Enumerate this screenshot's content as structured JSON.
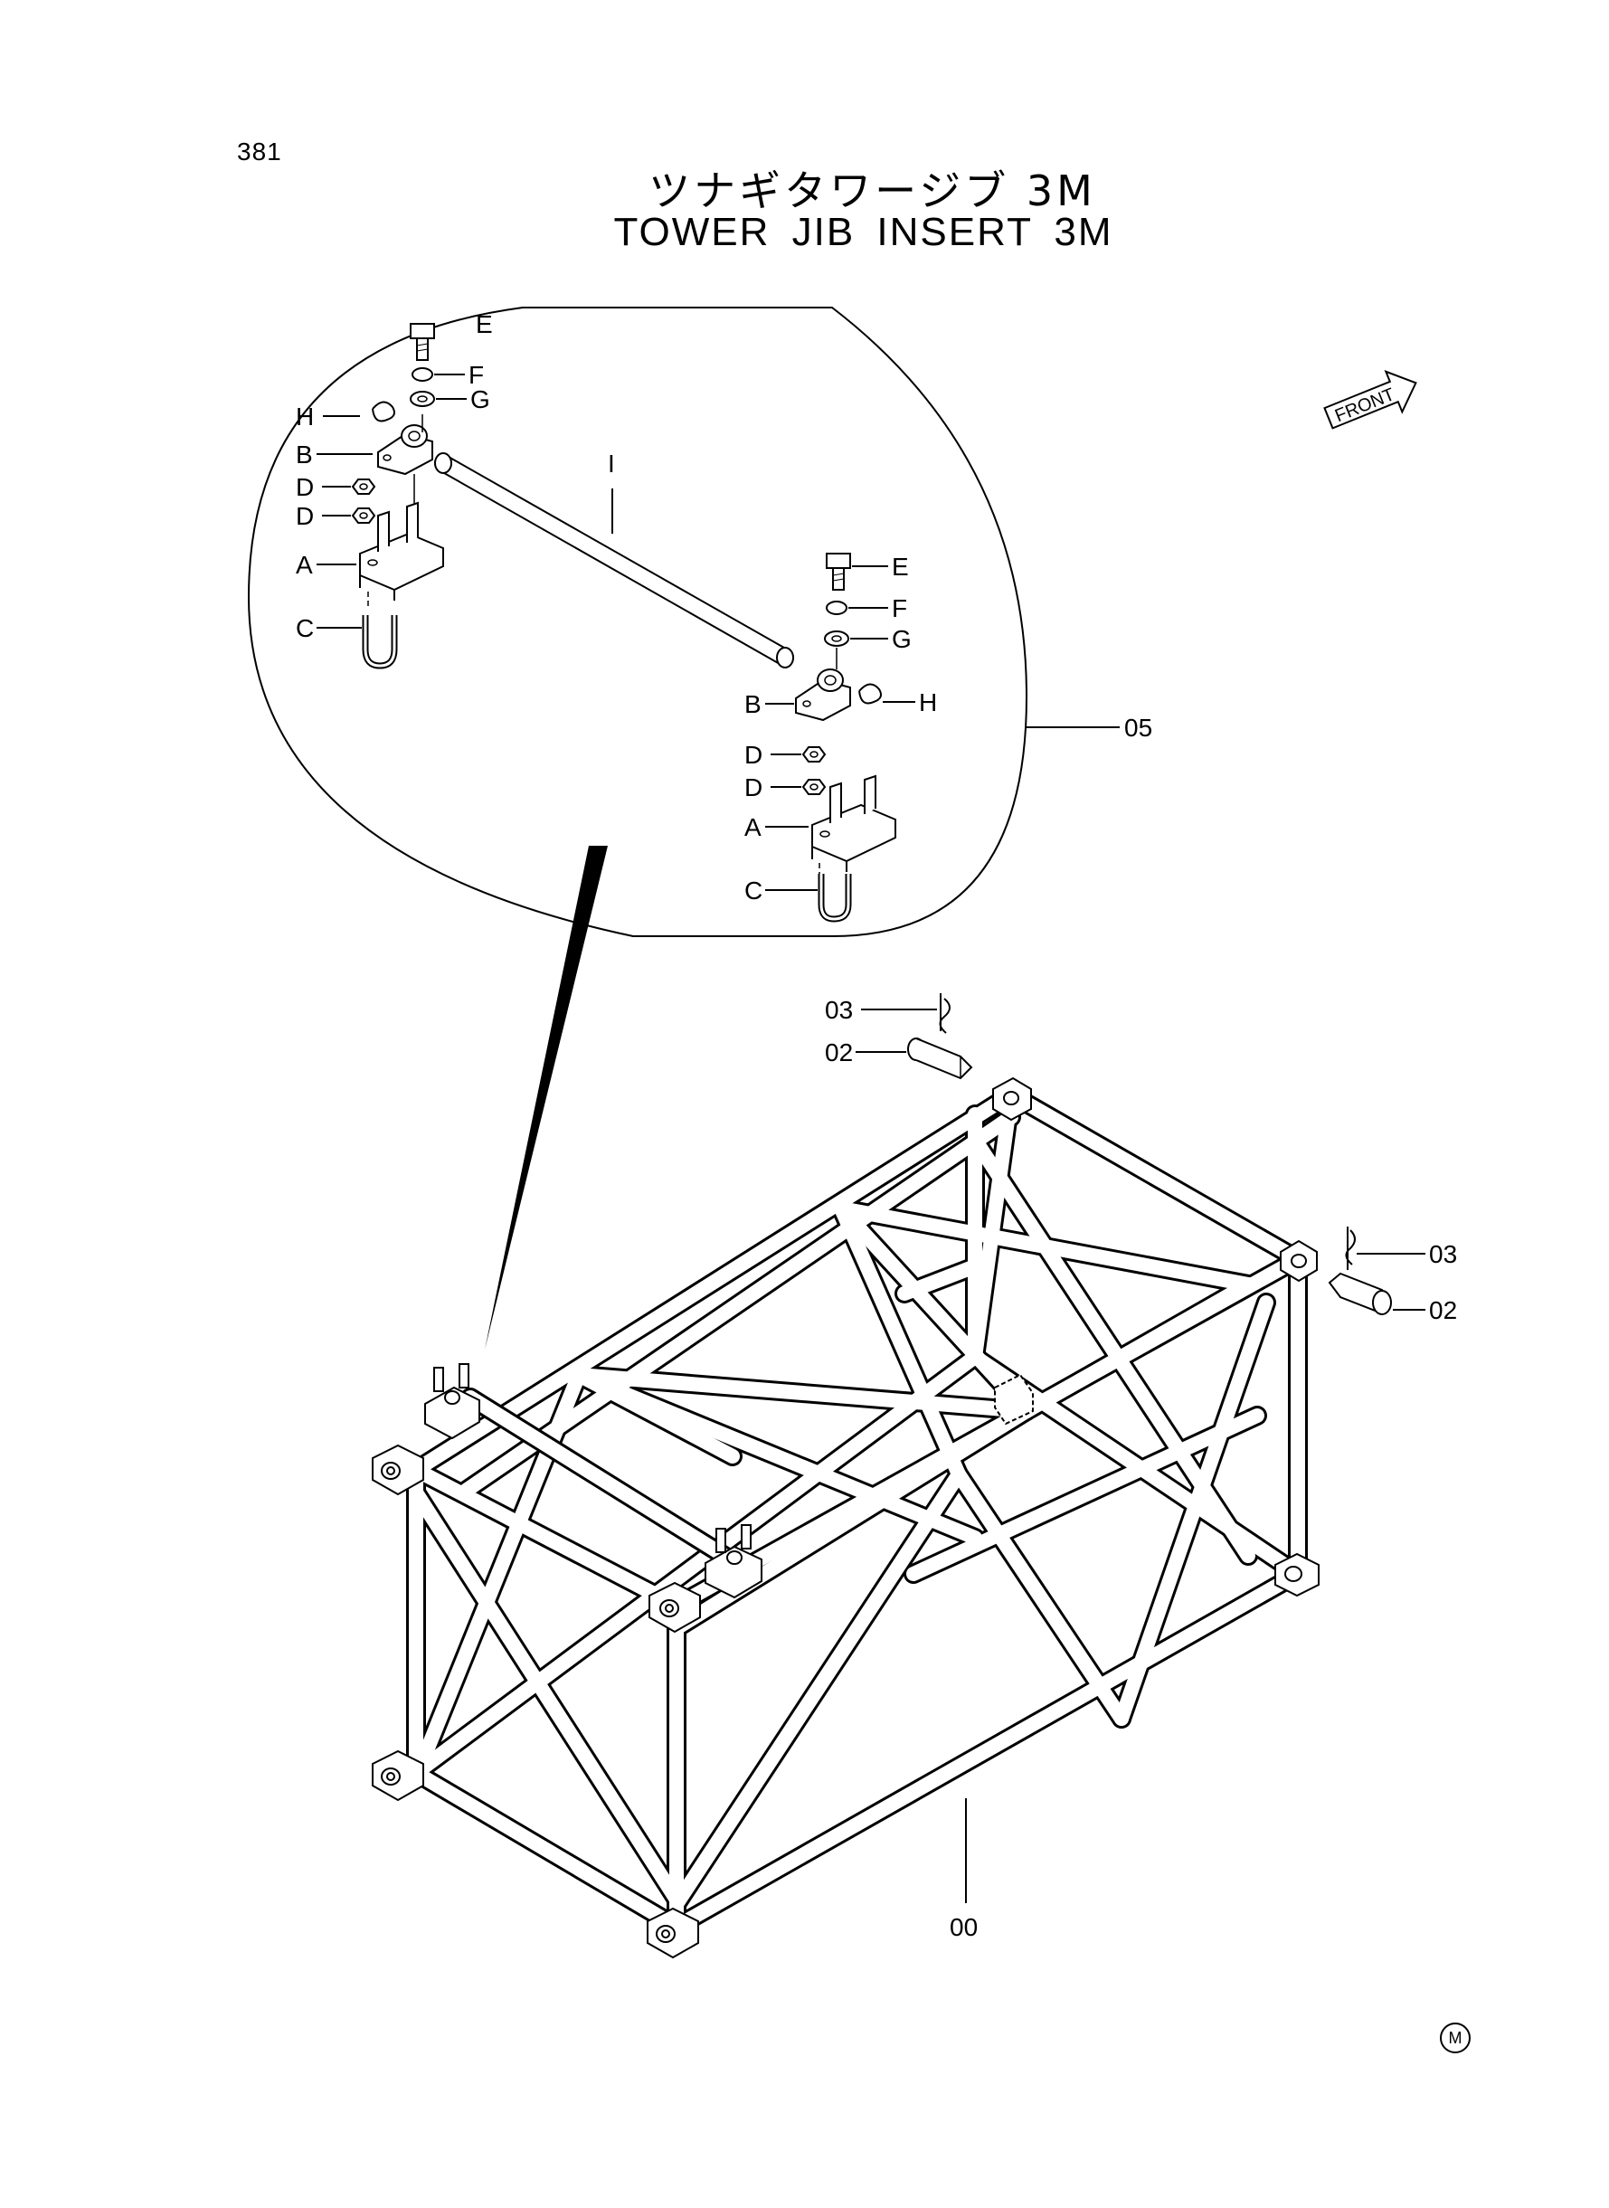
{
  "page_number": "381",
  "title_jp": "ツナギタワージブ 3M",
  "title_en": "TOWER JIB INSERT 3M",
  "front_label": "FRONT",
  "detail_group_label": "05",
  "frame_label": "00",
  "left_pin": {
    "clip_label": "03",
    "pin_label": "02"
  },
  "right_pin": {
    "clip_label": "03",
    "pin_label": "02"
  },
  "left_assembly": {
    "E": "E",
    "F": "F",
    "G": "G",
    "H": "H",
    "B": "B",
    "D1": "D",
    "D2": "D",
    "A": "A",
    "C": "C"
  },
  "right_assembly": {
    "E": "E",
    "F": "F",
    "G": "G",
    "H": "H",
    "B": "B",
    "D1": "D",
    "D2": "D",
    "A": "A",
    "C": "C"
  },
  "shaft_label": "I",
  "corner_mark": "M"
}
